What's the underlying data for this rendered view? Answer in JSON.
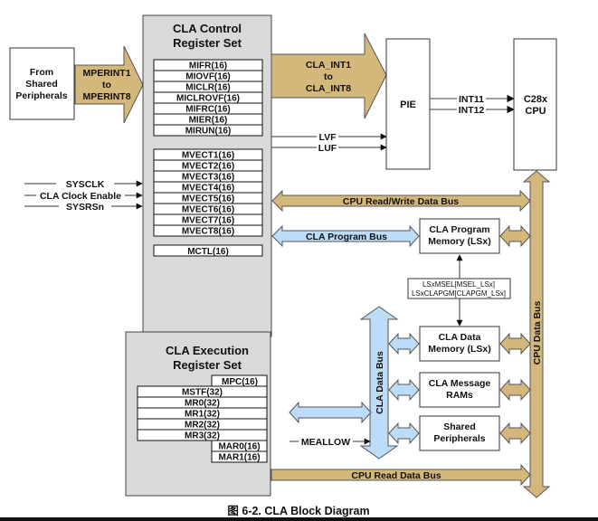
{
  "source_block": {
    "lines": [
      "From",
      "Shared",
      "Peripherals"
    ]
  },
  "mperint_arrow": {
    "lines": [
      "MPERINT1",
      "to",
      "MPERINT8"
    ]
  },
  "control_register_set": {
    "title_lines": [
      "CLA Control",
      "Register Set"
    ],
    "interrupt_registers": [
      "MIFR(16)",
      "MIOVF(16)",
      "MICLR(16)",
      "MICLROVF(16)",
      "MIFRC(16)",
      "MIER(16)",
      "MIRUN(16)"
    ],
    "vector_registers": [
      "MVECT1(16)",
      "MVECT2(16)",
      "MVECT3(16)",
      "MVECT4(16)",
      "MVECT5(16)",
      "MVECT6(16)",
      "MVECT7(16)",
      "MVECT8(16)"
    ],
    "control_register": "MCTL(16)"
  },
  "input_signals": [
    "SYSCLK",
    "CLA Clock Enable",
    "SYSRSn"
  ],
  "cla_int_arrow": {
    "lines": [
      "CLA_INT1",
      "to",
      "CLA_INT8"
    ]
  },
  "pie_signals": [
    "LVF",
    "LUF"
  ],
  "pie": {
    "label": "PIE"
  },
  "cpu_interrupts": [
    "INT11",
    "INT12"
  ],
  "cpu": {
    "lines": [
      "C28x",
      "CPU"
    ]
  },
  "buses": {
    "cpu_rw_data_bus": "CPU Read/Write Data Bus",
    "cla_program_bus": "CLA Program Bus",
    "cla_data_bus": "CLA Data Bus",
    "cpu_data_bus": "CPU Data Bus",
    "cpu_read_data_bus": "CPU Read Data Bus"
  },
  "memories": {
    "program_memory": [
      "CLA Program",
      "Memory (LSx)"
    ],
    "config_registers": [
      "LSxMSEL[MSEL_LSx]",
      "LSxCLAPGM[CLAPGM_LSx]"
    ],
    "data_memory": [
      "CLA Data",
      "Memory (LSx)"
    ],
    "message_rams": [
      "CLA Message",
      "RAMs"
    ],
    "shared_peripherals": [
      "Shared",
      "Peripherals"
    ]
  },
  "execution_register_set": {
    "title_lines": [
      "CLA Execution",
      "Register Set"
    ],
    "mpc": "MPC(16)",
    "wide_registers": [
      "MSTF(32)",
      "MR0(32)",
      "MR1(32)",
      "MR2(32)",
      "MR3(32)"
    ],
    "aux_registers": [
      "MAR0(16)",
      "MAR1(16)"
    ]
  },
  "meallow_signal": "MEALLOW",
  "caption": "图 6-2. CLA Block Diagram",
  "colors": {
    "tan_bus": "#d4b77a",
    "blue_bus": "#bcdcf7",
    "register_set_bg": "#d9d9d9",
    "outline": "#111111"
  }
}
